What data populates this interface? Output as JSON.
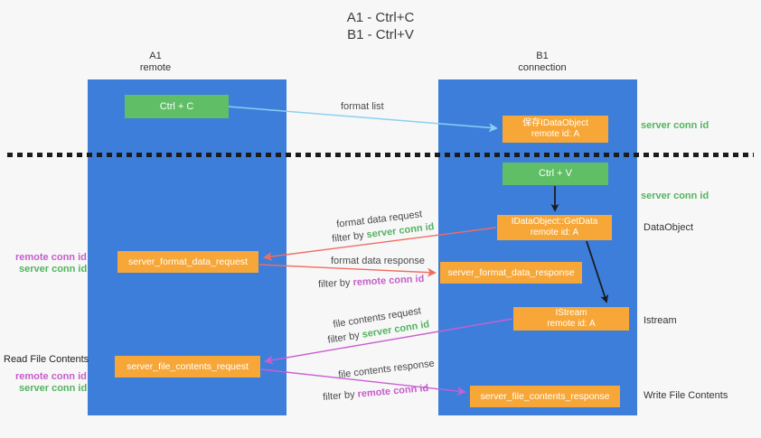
{
  "colors": {
    "lane_blue": "#3d7edb",
    "box_orange": "#f7a737",
    "box_green": "#5fbe66",
    "arrow_blue": "#8bd0f0",
    "arrow_red": "#ef6e62",
    "arrow_magenta": "#c95fd0",
    "arrow_black": "#1c1c1c",
    "text_green": "#53b45e",
    "text_magenta": "#c45ec8"
  },
  "title": {
    "line1": "A1 - Ctrl+C",
    "line2": "B1 - Ctrl+V"
  },
  "lanes": {
    "left": {
      "name": "A1",
      "subtitle": "remote"
    },
    "right": {
      "name": "B1",
      "subtitle": "connection"
    }
  },
  "nodes": {
    "ctrl_c": "Ctrl + C",
    "save_dataobject": "保存IDataObject\nremote id: A",
    "ctrl_v": "Ctrl + V",
    "getdata": "IDataObject::GetData\nremote id: A",
    "format_request": "server_format_data_request",
    "format_response": "server_format_data_response",
    "istream": "IStream\nremote id: A",
    "file_request": "server_file_contents_request",
    "file_response": "server_file_contents_response"
  },
  "edge_labels": {
    "format_list": "format list",
    "format_data_request": "format data request",
    "format_data_request_filter_prefix": "filter by ",
    "format_data_request_filter_key": "server conn id",
    "format_data_response": "format data response",
    "format_data_response_filter_prefix": "filter by ",
    "format_data_response_filter_key": "remote conn id",
    "file_contents_request": "file contents request",
    "file_contents_request_filter_prefix": "filter by ",
    "file_contents_request_filter_key": "server conn id",
    "file_contents_response": "file contents response",
    "file_contents_response_filter_prefix": "filter by ",
    "file_contents_response_filter_key": "remote conn id"
  },
  "side_labels": {
    "right_server_conn_id_top": "server conn id",
    "right_server_conn_id_mid": "server conn id",
    "right_dataobject": "DataObject",
    "right_istream": "Istream",
    "right_write_file_contents": "Write File Contents",
    "left_remote_conn_id_top": "remote conn id",
    "left_server_conn_id_top": "server conn id",
    "left_read_file_contents": "Read File Contents",
    "left_remote_conn_id_bottom": "remote conn id",
    "left_server_conn_id_bottom": "server conn id"
  }
}
